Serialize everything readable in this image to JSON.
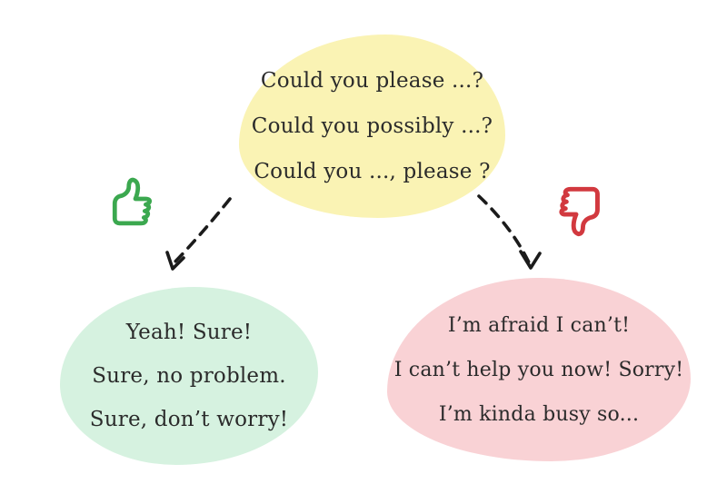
{
  "question_bubble": {
    "lines": [
      "Could you please ...?",
      "Could you possibly ...?",
      "Could you ..., please ?"
    ],
    "bg_color": "#FAF3B4"
  },
  "positive_bubble": {
    "lines": [
      "Yeah! Sure!",
      "Sure, no problem.",
      "Sure, don’t worry!"
    ],
    "bg_color": "#D6F2E0"
  },
  "negative_bubble": {
    "lines": [
      "I’m afraid I can’t!",
      "I can’t help you now! Sorry!",
      "I’m kinda busy so..."
    ],
    "bg_color": "#F9D2D5"
  },
  "icons": {
    "thumbs_up_color": "#3BA84F",
    "thumbs_down_color": "#D2393F"
  },
  "arrows": {
    "color": "#1B1B1B",
    "style": "dashed-curved"
  },
  "text_color": "#2B2B2B"
}
